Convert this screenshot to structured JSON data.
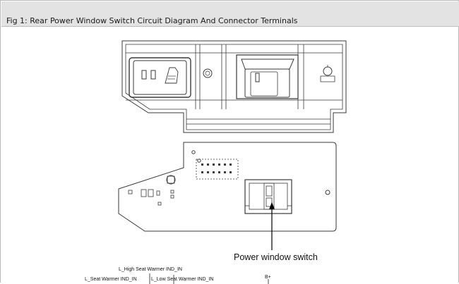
{
  "figure": {
    "caption": "Fig 1: Rear Power Window Switch Circuit Diagram And Connector Terminals"
  },
  "diagram": {
    "callout_label": "Power window switch",
    "pin_labels": {
      "high_seat_warmer": "L_High Seat Warmer IND_IN",
      "seat_warmer": "L_Seat Warmer IND_IN",
      "low_seat_warmer": "L_Low Seat Warmer IND_IN",
      "battery": "B+"
    }
  }
}
